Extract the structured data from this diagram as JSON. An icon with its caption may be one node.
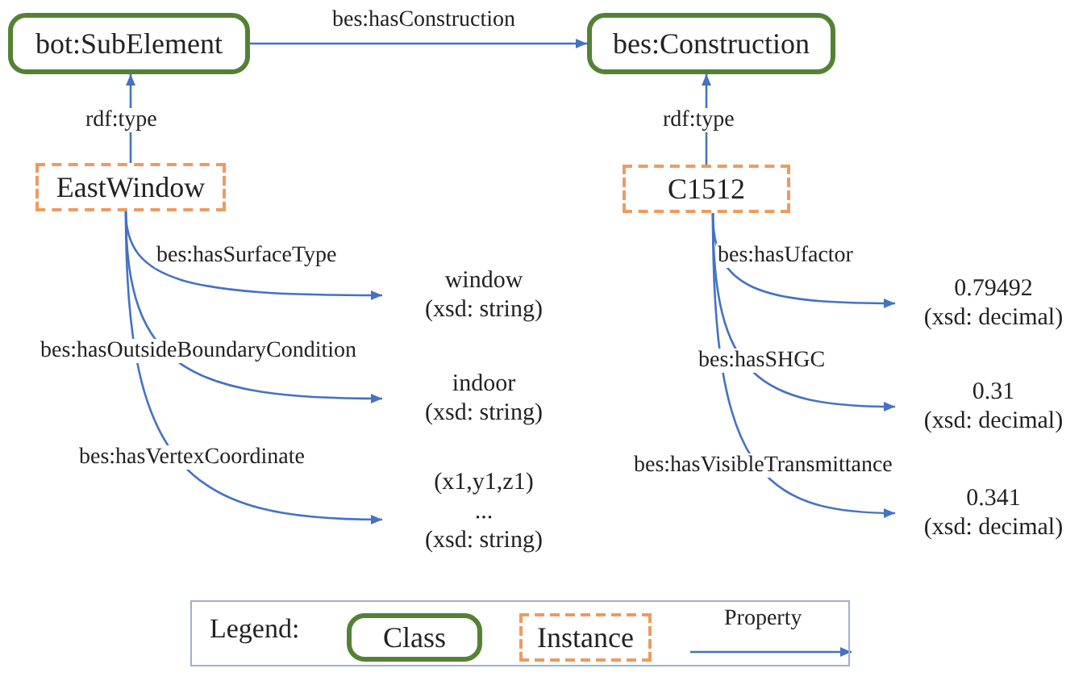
{
  "diagram": {
    "nodes": [
      {
        "text": [
          "bot:SubElement"
        ]
      },
      {
        "text": [
          "bes:Construction"
        ]
      },
      {
        "text": [
          "EastWindow"
        ]
      },
      {
        "text": [
          "C1512"
        ]
      },
      {
        "text": [
          "window",
          "(xsd: string)"
        ]
      },
      {
        "text": [
          "indoor",
          "(xsd: string)"
        ]
      },
      {
        "text": [
          "(x1,y1,z1)",
          "...",
          "(xsd: string)"
        ]
      },
      {
        "text": [
          "0.79492",
          "(xsd: decimal)"
        ]
      },
      {
        "text": [
          "0.31",
          "(xsd: decimal)"
        ]
      },
      {
        "text": [
          "0.341",
          "(xsd: decimal)"
        ]
      }
    ],
    "edges": [
      {
        "from": 0,
        "to": 1,
        "arrow": "to",
        "label": "bes:hasConstruction"
      },
      {
        "from": 2,
        "to": 0,
        "arrow": "to",
        "label": "rdf:type"
      },
      {
        "from": 3,
        "to": 1,
        "arrow": "to",
        "label": "rdf:type"
      },
      {
        "from": 2,
        "to": 4,
        "arrow": "to",
        "label": "bes:hasSurfaceType"
      },
      {
        "from": 2,
        "to": 5,
        "arrow": "to",
        "label": "bes:hasOutsideBoundaryCondition"
      },
      {
        "from": 2,
        "to": 6,
        "arrow": "to",
        "label": "bes:hasVertexCoordinate"
      },
      {
        "from": 3,
        "to": 7,
        "arrow": "to",
        "label": "bes:hasUfactor"
      },
      {
        "from": 3,
        "to": 8,
        "arrow": "to",
        "label": "bes:hasSHGC"
      },
      {
        "from": 3,
        "to": 9,
        "arrow": "to",
        "label": "bes:hasVisibleTransmittance"
      }
    ],
    "labels": [
      "Legend:"
    ],
    "legend": [
      {
        "text": "Class"
      },
      {
        "text": "Instance"
      },
      {
        "text": "Property"
      }
    ]
  }
}
